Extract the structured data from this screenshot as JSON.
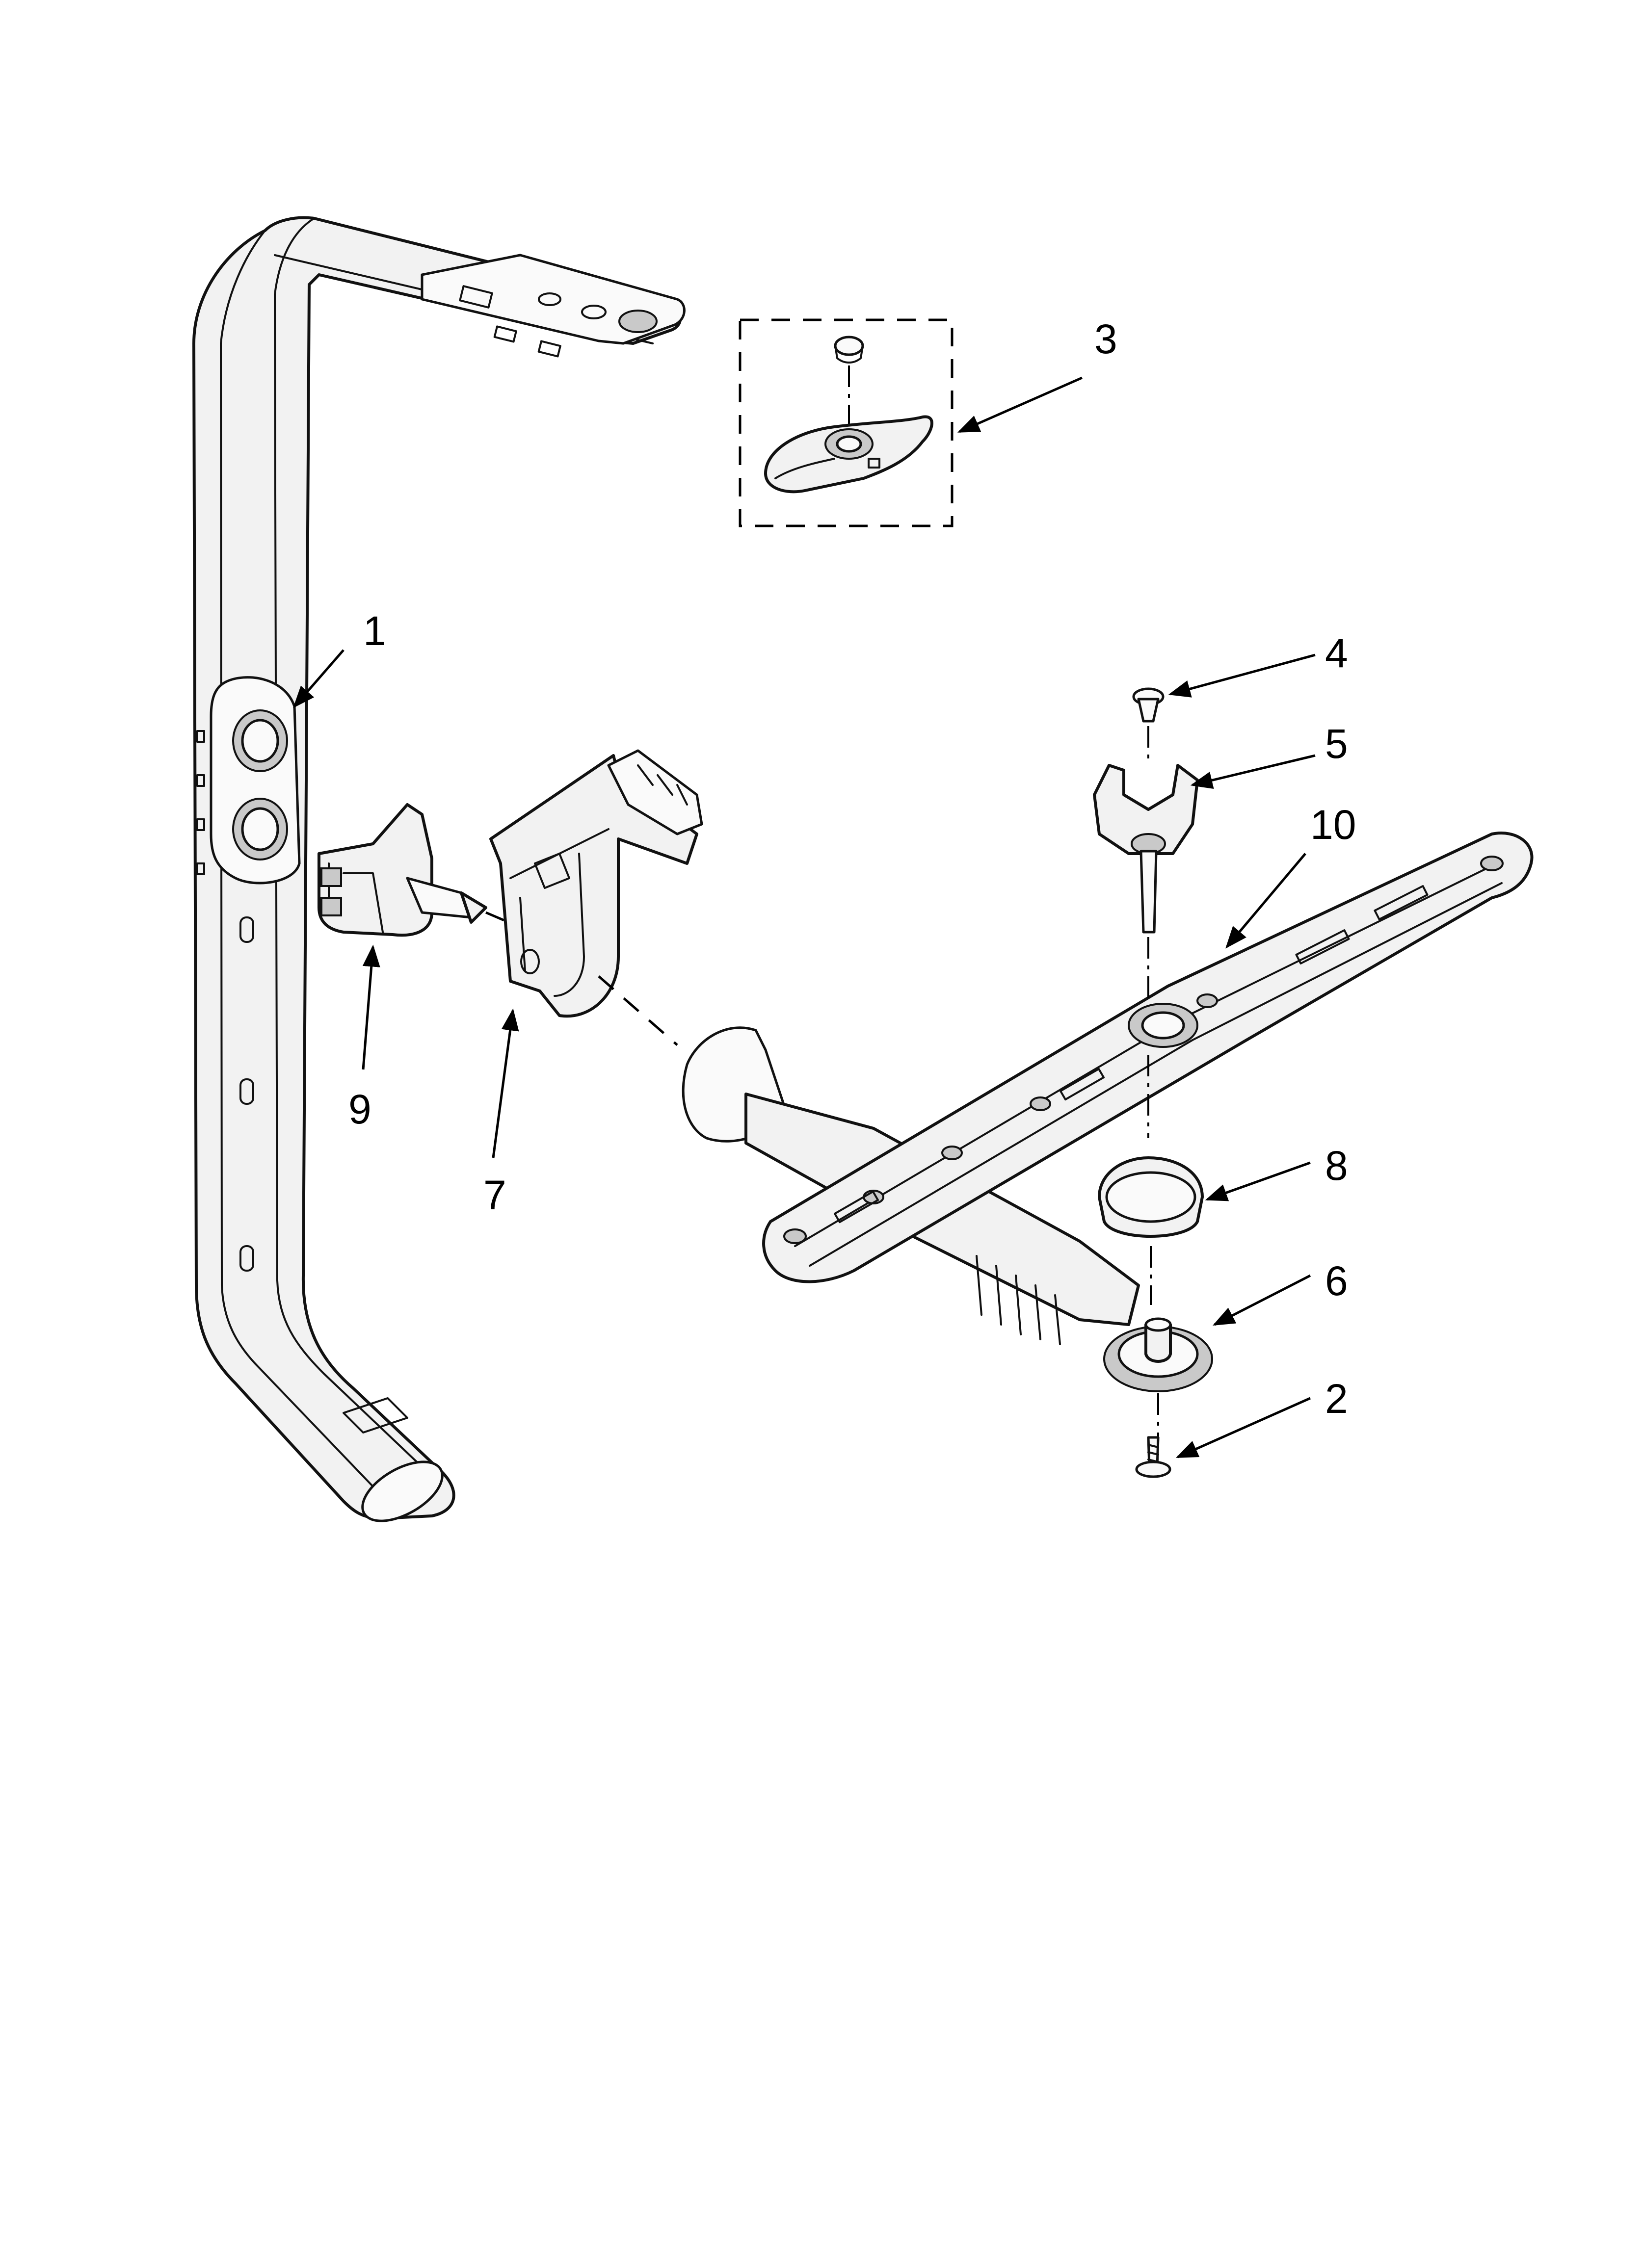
{
  "callouts": [
    {
      "id": "c1",
      "label": "1"
    },
    {
      "id": "c2",
      "label": "2"
    },
    {
      "id": "c3",
      "label": "3"
    },
    {
      "id": "c4",
      "label": "4"
    },
    {
      "id": "c5",
      "label": "5"
    },
    {
      "id": "c6",
      "label": "6"
    },
    {
      "id": "c7",
      "label": "7"
    },
    {
      "id": "c8",
      "label": "8"
    },
    {
      "id": "c9",
      "label": "9"
    },
    {
      "id": "c10",
      "label": "10"
    }
  ],
  "colors": {
    "line": "#111111",
    "fill": "#f2f2f2",
    "shade": "#c9c9c9",
    "background": "#ffffff"
  }
}
